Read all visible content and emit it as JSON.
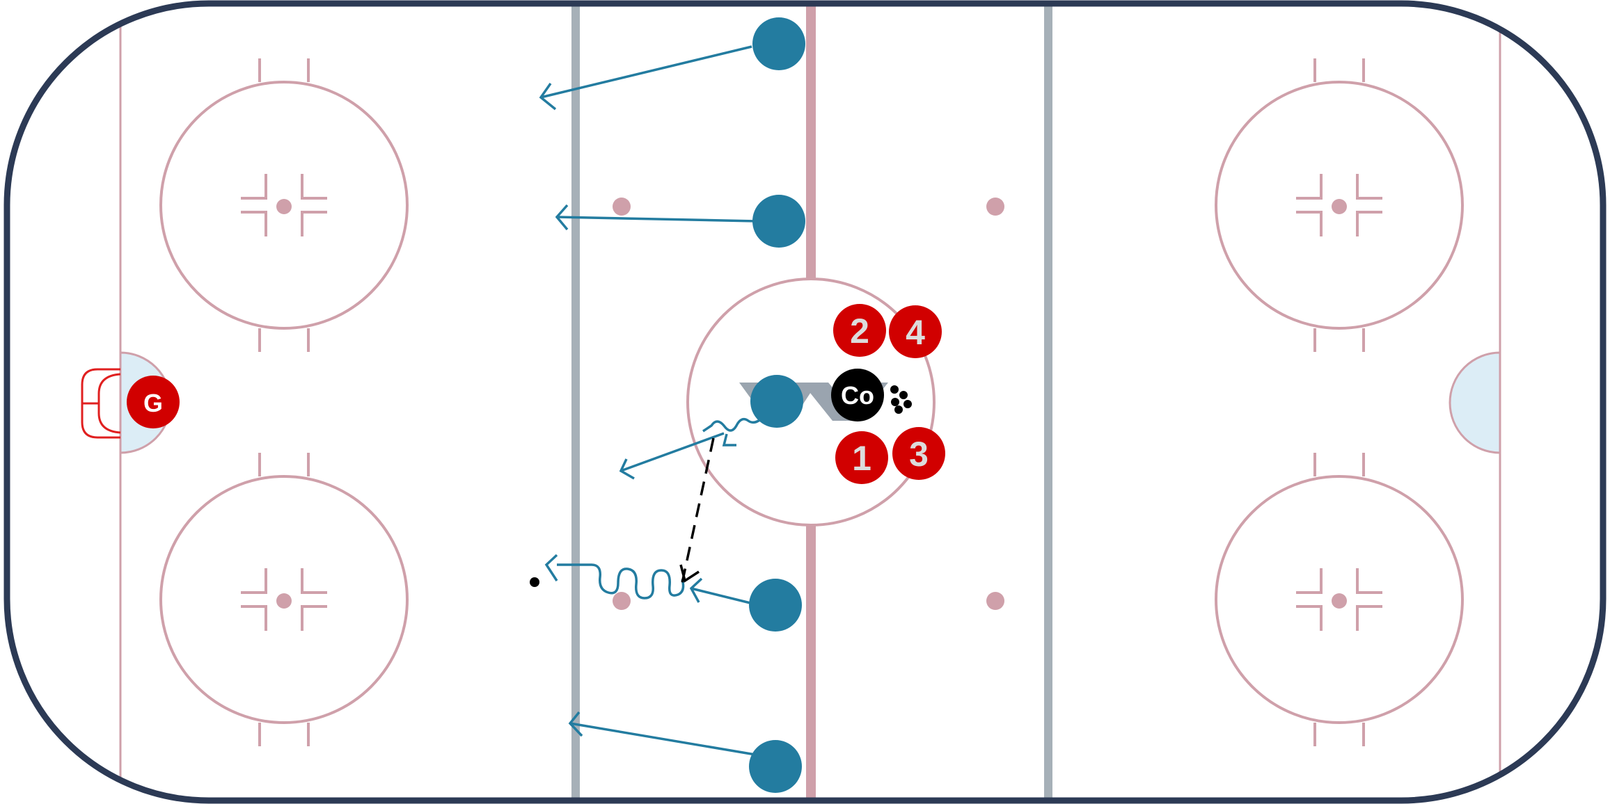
{
  "colors": {
    "board": "#2c3a55",
    "line_pink": "#cfa0aa",
    "blue_line": "#a6b0b8",
    "crease_fill": "#dcedf6",
    "red_player": "#d10000",
    "blue_player": "#237ca0",
    "coach": "#000000",
    "player_text": "#dcdcdc",
    "net": "#e02020",
    "logo": "#95a0ab"
  },
  "players": {
    "red": [
      {
        "label": "2"
      },
      {
        "label": "4"
      },
      {
        "label": "1"
      },
      {
        "label": "3"
      }
    ],
    "goalie": {
      "label": "G"
    },
    "coach": {
      "label": "Co"
    }
  },
  "icons": [
    "puck-pile-icon",
    "rink-logo-icon",
    "goal-net-icon",
    "puck-icon"
  ]
}
